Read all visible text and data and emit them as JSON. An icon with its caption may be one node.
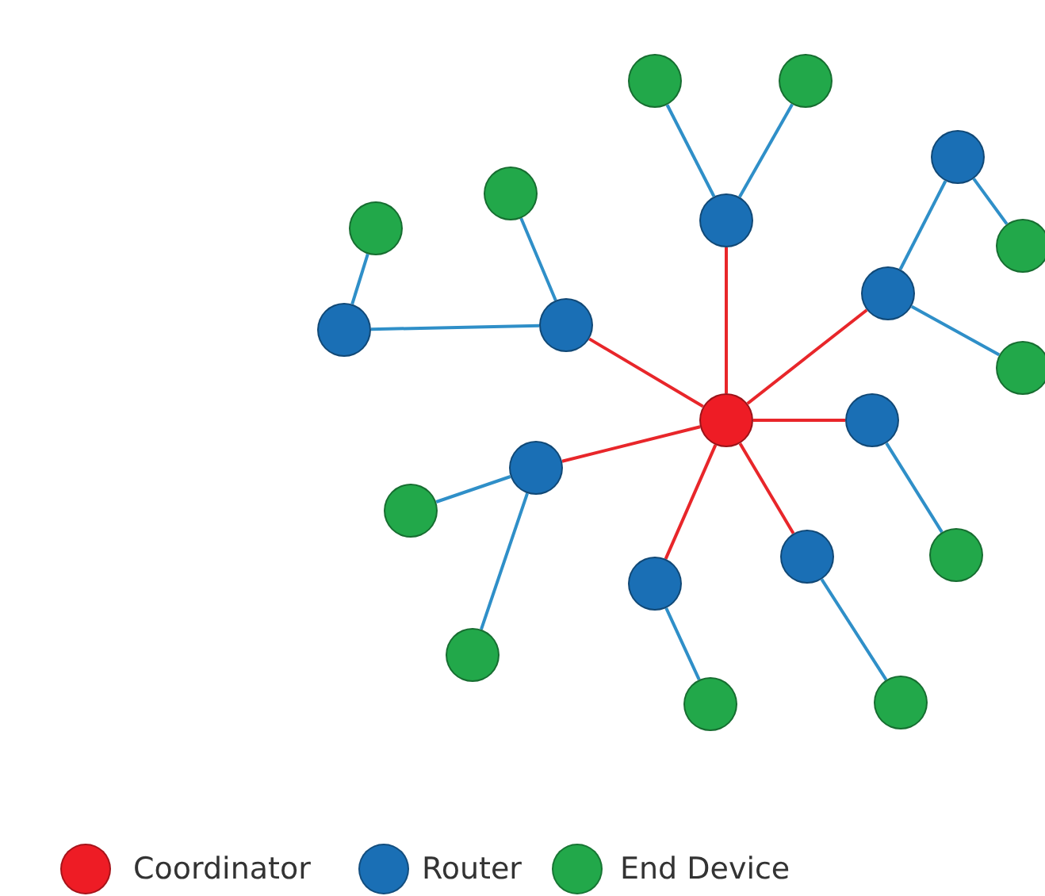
{
  "diagram": {
    "nodes": [
      {
        "text": [],
        "shape": "circle"
      },
      {
        "text": [],
        "shape": "circle"
      },
      {
        "text": [],
        "shape": "circle"
      },
      {
        "text": [],
        "shape": "circle"
      },
      {
        "text": [],
        "shape": "circle"
      },
      {
        "text": [],
        "shape": "circle"
      },
      {
        "text": [],
        "shape": "circle"
      },
      {
        "text": [],
        "shape": "circle"
      },
      {
        "text": [],
        "shape": "circle"
      },
      {
        "text": [],
        "shape": "circle"
      },
      {
        "text": [],
        "shape": "circle"
      },
      {
        "text": [],
        "shape": "circle"
      },
      {
        "text": [],
        "shape": "circle"
      },
      {
        "text": [],
        "shape": "circle"
      },
      {
        "text": [],
        "shape": "circle"
      },
      {
        "text": [],
        "shape": "circle"
      },
      {
        "text": [],
        "shape": "circle"
      },
      {
        "text": [],
        "shape": "circle"
      },
      {
        "text": [],
        "shape": "circle"
      },
      {
        "text": [],
        "shape": "circle"
      },
      {
        "text": [],
        "shape": "circle"
      }
    ],
    "edges": [
      {
        "from": 11,
        "to": 4,
        "arrow": "none",
        "color": "#e8262a"
      },
      {
        "from": 11,
        "to": 8,
        "arrow": "none",
        "color": "#e8262a"
      },
      {
        "from": 11,
        "to": 7,
        "arrow": "none",
        "color": "#e8262a"
      },
      {
        "from": 11,
        "to": 12,
        "arrow": "none",
        "color": "#e8262a"
      },
      {
        "from": 11,
        "to": 13,
        "arrow": "none",
        "color": "#e8262a"
      },
      {
        "from": 11,
        "to": 17,
        "arrow": "none",
        "color": "#e8262a"
      },
      {
        "from": 11,
        "to": 16,
        "arrow": "none",
        "color": "#e8262a"
      },
      {
        "from": 4,
        "to": 0,
        "arrow": "none"
      },
      {
        "from": 4,
        "to": 1,
        "arrow": "none"
      },
      {
        "from": 8,
        "to": 9,
        "arrow": "none"
      },
      {
        "from": 8,
        "to": 3,
        "arrow": "none"
      },
      {
        "from": 9,
        "to": 5,
        "arrow": "none"
      },
      {
        "from": 7,
        "to": 2,
        "arrow": "none"
      },
      {
        "from": 7,
        "to": 10,
        "arrow": "none"
      },
      {
        "from": 2,
        "to": 6,
        "arrow": "none"
      },
      {
        "from": 12,
        "to": 15,
        "arrow": "none"
      },
      {
        "from": 13,
        "to": 14,
        "arrow": "none"
      },
      {
        "from": 13,
        "to": 18,
        "arrow": "none"
      },
      {
        "from": 17,
        "to": 20,
        "arrow": "none"
      },
      {
        "from": 16,
        "to": 19,
        "arrow": "none"
      }
    ],
    "legend": [
      {
        "text": "Coordinator",
        "color": "#ee1c25"
      },
      {
        "text": "Router",
        "color": "#1a6fb5"
      },
      {
        "text": "End Device",
        "color": "#22a84a"
      }
    ]
  }
}
